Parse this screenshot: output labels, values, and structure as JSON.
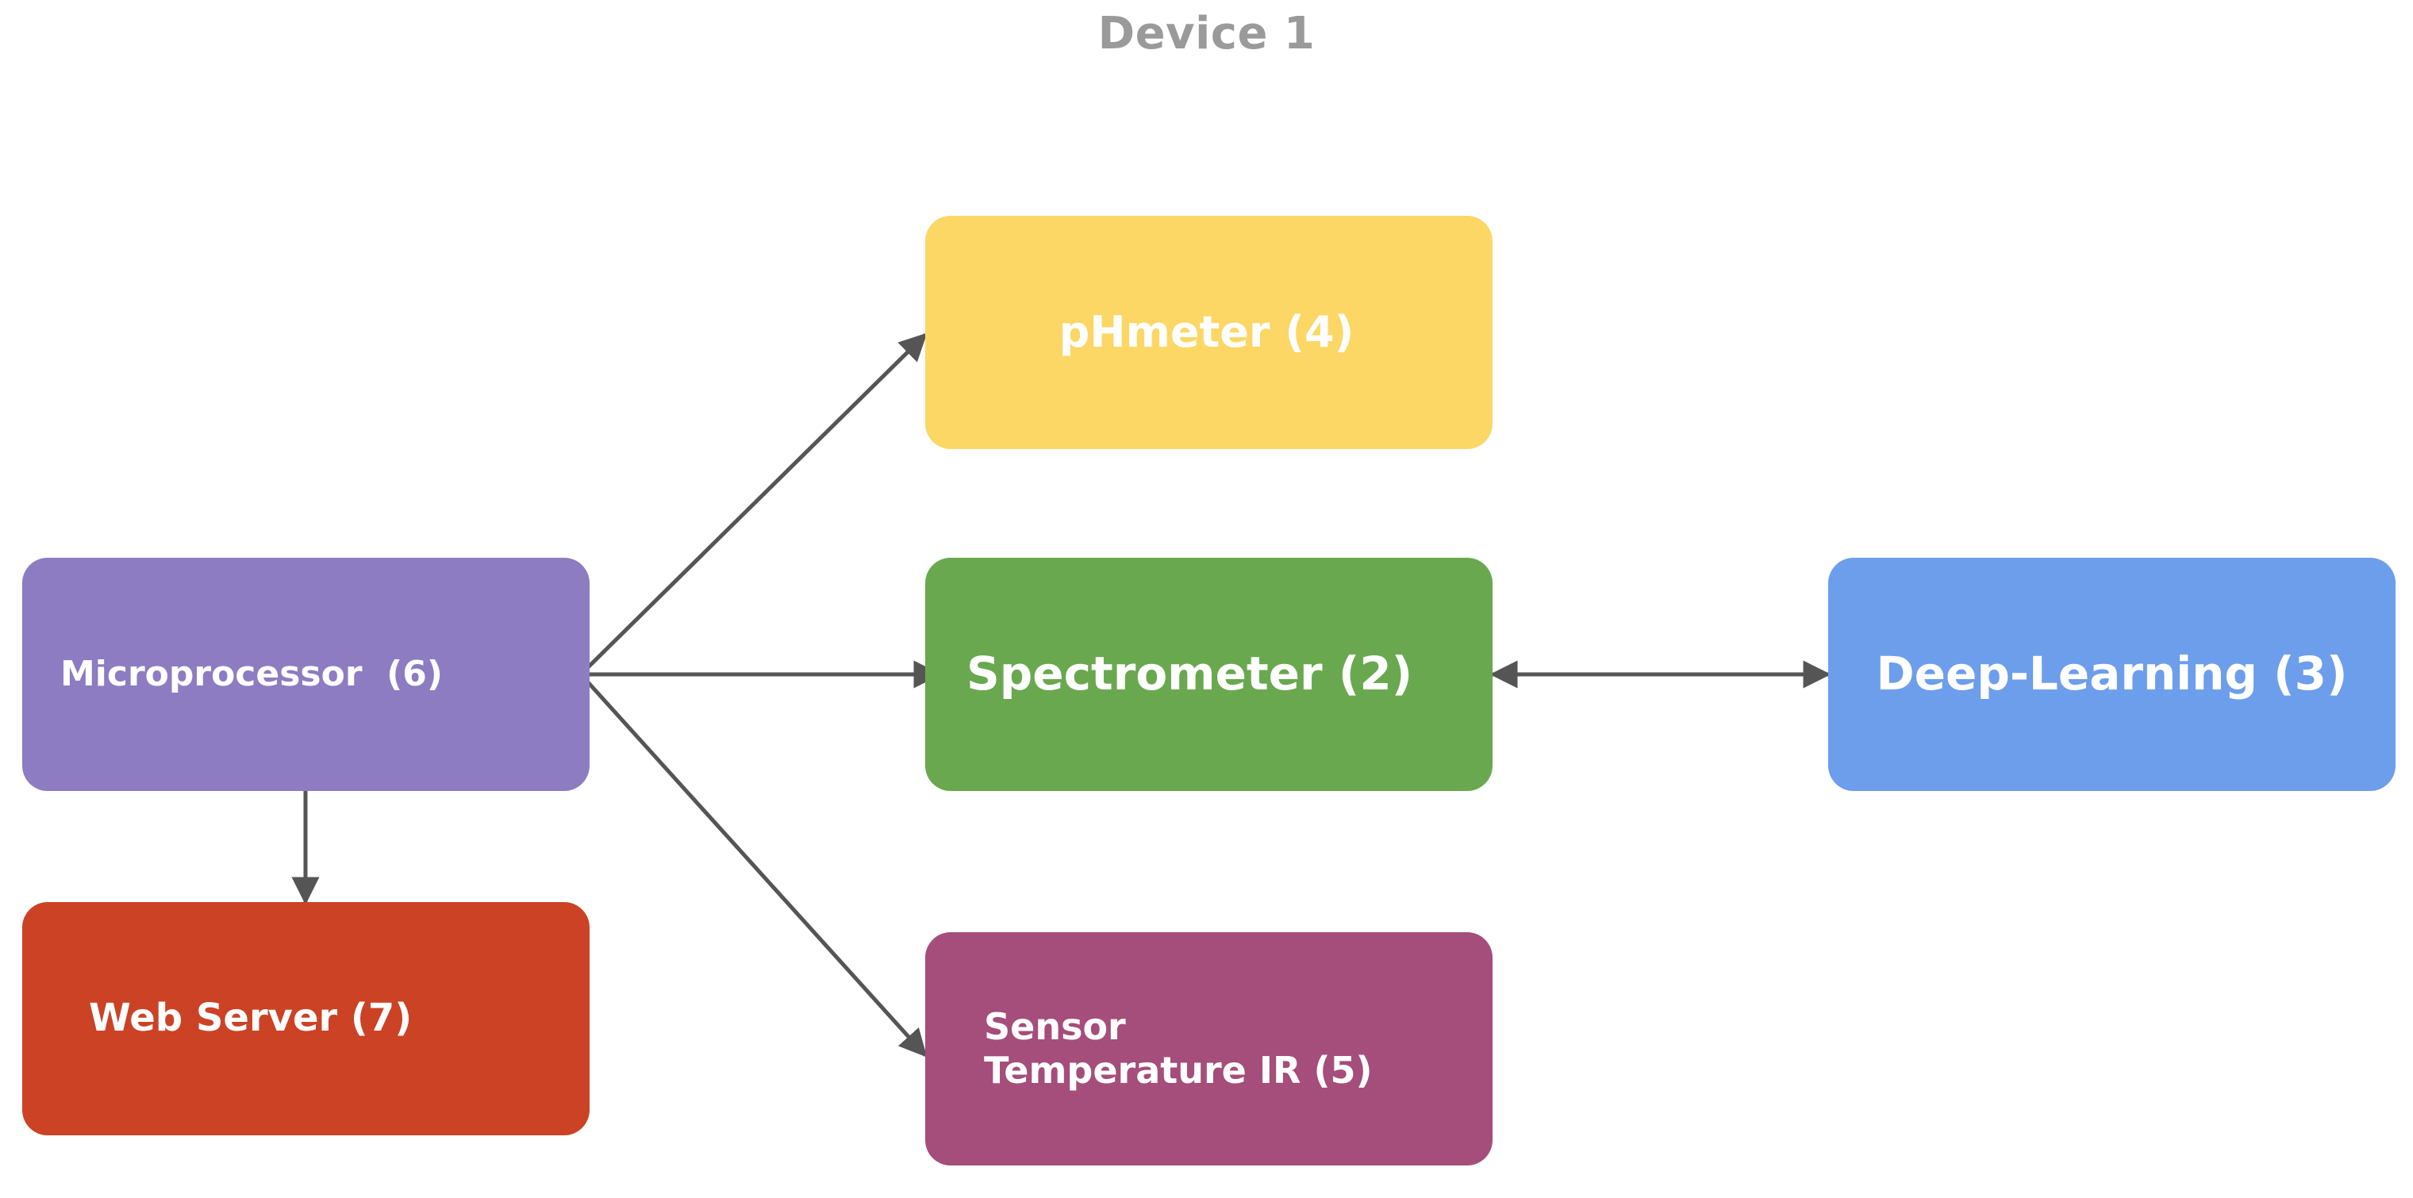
{
  "diagram": {
    "title": "Device 1",
    "nodes": {
      "microprocessor": {
        "label": "Microprocessor  (6)",
        "color": "#8d7cc1"
      },
      "web_server": {
        "label": "Web Server (7)",
        "color": "#cb4225"
      },
      "phmeter": {
        "label": "pHmeter (4)",
        "color": "#fcd766"
      },
      "spectrometer": {
        "label": "Spectrometer (2)",
        "color": "#6aa84f"
      },
      "sensor": {
        "label": "Sensor\nTemperature  IR (5)",
        "color": "#a54d7b"
      },
      "deep_learning": {
        "label": "Deep-Learning (3)",
        "color": "#6d9eeb"
      }
    },
    "edges": [
      {
        "from": "microprocessor",
        "to": "phmeter",
        "direction": "forward"
      },
      {
        "from": "microprocessor",
        "to": "spectrometer",
        "direction": "forward"
      },
      {
        "from": "microprocessor",
        "to": "sensor",
        "direction": "forward"
      },
      {
        "from": "microprocessor",
        "to": "web_server",
        "direction": "forward"
      },
      {
        "from": "spectrometer",
        "to": "deep_learning",
        "direction": "both"
      }
    ],
    "line_color": "#555555"
  }
}
